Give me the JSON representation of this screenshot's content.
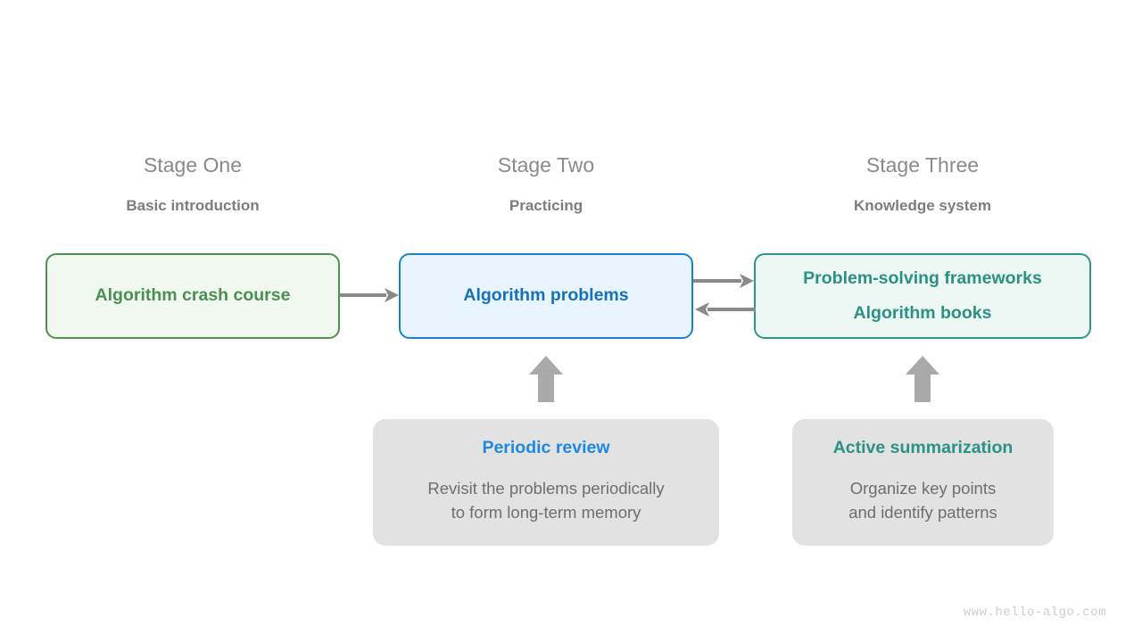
{
  "page": {
    "watermark": "www.hello-algo.com",
    "background": "#ffffff"
  },
  "colors": {
    "green": "#4a9050",
    "green_border": "#4e9450",
    "green_fill": "#f1f8f0",
    "blue": "#1572b8",
    "blue_border": "#1b81cd",
    "blue_fill": "#e9f5fe",
    "teal": "#2a9184",
    "teal_border": "#319588",
    "teal_fill": "#edf7f4",
    "note_fill": "#e2e2e2",
    "note_title_blue": "#1e88e0",
    "gray_text": "#6e6e6e",
    "heading_gray": "#8a8a8a",
    "arrow_gray": "#8a8a8a"
  },
  "stages": [
    {
      "title": "Stage One",
      "subtitle": "Basic introduction"
    },
    {
      "title": "Stage Two",
      "subtitle": "Practicing"
    },
    {
      "title": "Stage Three",
      "subtitle": "Knowledge system"
    }
  ],
  "nodes": [
    {
      "id": "crash-course",
      "lines": [
        "Algorithm crash course"
      ]
    },
    {
      "id": "problems",
      "lines": [
        "Algorithm problems"
      ]
    },
    {
      "id": "frameworks",
      "lines": [
        "Problem-solving frameworks",
        "Algorithm books"
      ]
    }
  ],
  "notes": [
    {
      "id": "periodic-review",
      "title": "Periodic review",
      "body_lines": [
        "Revisit the problems periodically",
        "to form long-term memory"
      ]
    },
    {
      "id": "active-summarization",
      "title": "Active summarization",
      "body_lines": [
        "Organize key points",
        "and identify patterns"
      ]
    }
  ],
  "connectors": [
    {
      "id": "crash-to-problems",
      "direction": "right",
      "icon": "arrow-right-icon"
    },
    {
      "id": "problems-to-framework",
      "direction": "right",
      "icon": "arrow-right-icon"
    },
    {
      "id": "framework-to-problems",
      "direction": "left",
      "icon": "arrow-left-icon"
    },
    {
      "id": "review-to-problems",
      "direction": "up",
      "icon": "arrow-up-icon"
    },
    {
      "id": "summary-to-framework",
      "direction": "up",
      "icon": "arrow-up-icon"
    }
  ]
}
